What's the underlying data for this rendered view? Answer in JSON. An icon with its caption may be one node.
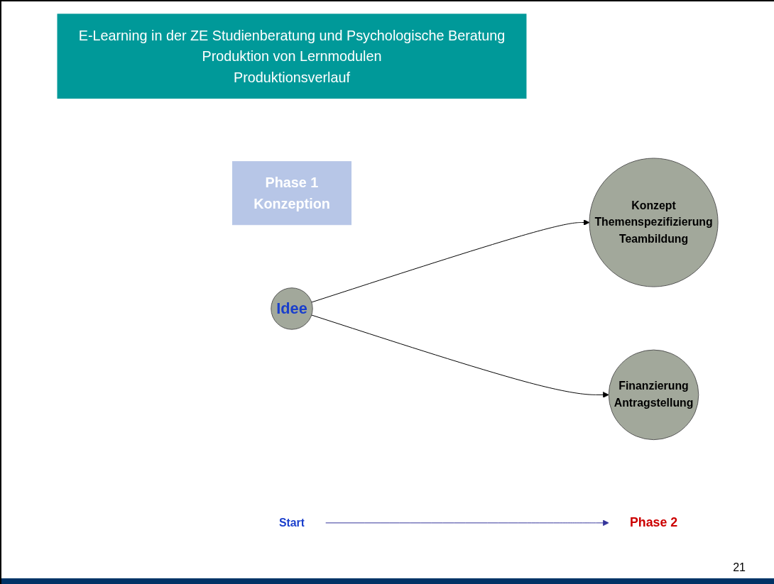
{
  "diagram": {
    "nodes": [
      {
        "text": [
          "E-Learning in der ZE Studienberatung und Psychologische  Beratung",
          "Produktion von Lernmodulen",
          "Produktionsverlauf"
        ]
      },
      {
        "text": [
          "Phase 1",
          "Konzeption"
        ]
      },
      {
        "text": [
          "Idee"
        ]
      },
      {
        "text": [
          "Konzept",
          "Themenspezifizierung",
          "Teambildung"
        ]
      },
      {
        "text": [
          "Finanzierung",
          "Antragstellung"
        ]
      },
      {
        "text": [
          "Start"
        ]
      },
      {
        "text": [
          "Phase 2"
        ]
      }
    ],
    "edges": [
      {
        "from": 2,
        "to": 3,
        "arrow": "to"
      },
      {
        "from": 2,
        "to": 4,
        "arrow": "to"
      },
      {
        "from": 5,
        "to": 6,
        "arrow": "to",
        "color": "#333399"
      }
    ],
    "labels": [
      "21"
    ]
  }
}
